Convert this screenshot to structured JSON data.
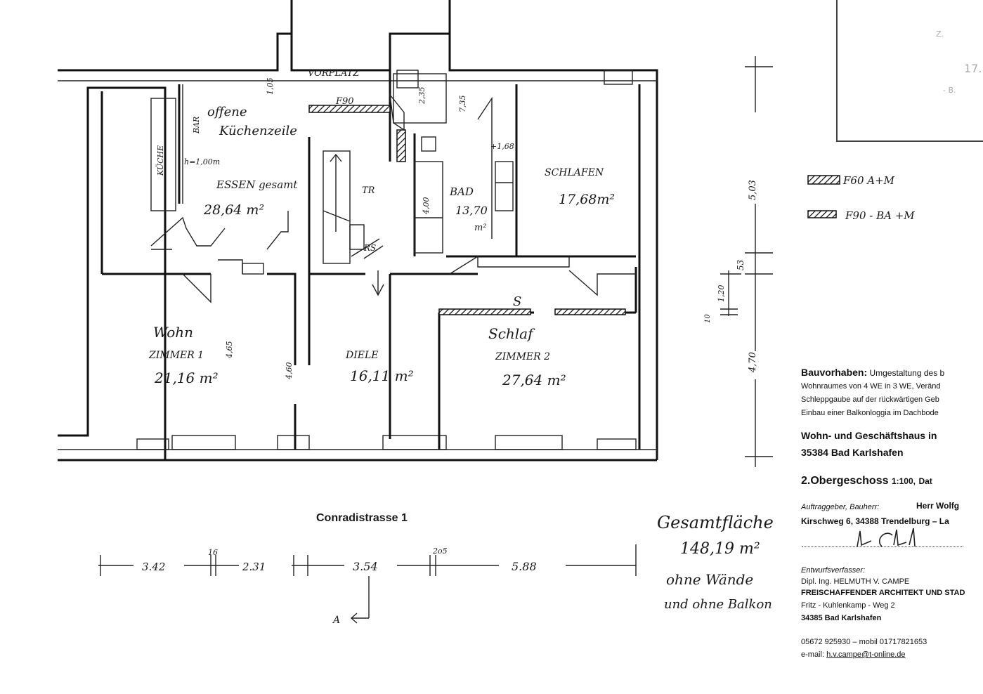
{
  "rooms": {
    "vorplatz": "VORPLATZ",
    "f90_label": "F90",
    "kitchen_note_1": "offene",
    "kitchen_note_2": "Küchenzeile",
    "kueche": "KÜCHE",
    "bar": "BAR",
    "bar_height": "h=1,00m",
    "essen": "ESSEN gesamt",
    "essen_area": "28,64 m²",
    "tr": "TR",
    "rs": "RS",
    "bad": "BAD",
    "bad_area_1": "13,70",
    "bad_area_2": "m²",
    "bad_width": "4,00",
    "schlafen": "SCHLAFEN",
    "schlafen_area": "17,68m²",
    "wohn_1": "Wohn",
    "wohn_2": "ZIMMER 1",
    "wohn_area": "21,16 m²",
    "diele": "DIELE",
    "diele_area": "16,11 m²",
    "schlaf_1": "Schlaf",
    "schlaf_2": "ZIMMER 2",
    "schlaf_area": "27,64 m²",
    "dim_105": "1,05",
    "dim_235": "2,35",
    "dim_735": "7,35",
    "dim_168": "+1,68",
    "dim_465": "4,65",
    "dim_460": "4,60",
    "door_s": "S"
  },
  "legend": {
    "f60": "F60 A+M",
    "f90": "F90 - BA +M"
  },
  "vertical_dims": {
    "d503": "5,03",
    "d53": "53",
    "d120": "1,20",
    "d10": "10",
    "d470": "4,70"
  },
  "street": "Conradistrasse 1",
  "bottom_dims": {
    "d342": "3.42",
    "d16": "16",
    "d231": "2.31",
    "d354": "3.54",
    "d205": "2o5",
    "d588": "5.88"
  },
  "section_marker": "A",
  "total_area": {
    "line1": "Gesamtfläche",
    "line2": "148,19 m²",
    "line3": "ohne Wände",
    "line4": "und ohne Balkon"
  },
  "stamp": {
    "s1": "Z.",
    "s2": "17.",
    "s3": "- B."
  },
  "titleblock": {
    "bauvorhaben_label": "Bauvorhaben:",
    "bauvorhaben_1": "Umgestaltung des b",
    "bauvorhaben_2": "Wohnraumes von 4 WE in 3 WE, Veränd",
    "bauvorhaben_3": "Schleppgaube auf der rückwärtigen Geb",
    "bauvorhaben_4": "Einbau einer Balkonloggia im Dachbode",
    "building_1": "Wohn- und Geschäftshaus in",
    "building_2": "35384 Bad Karlshafen",
    "floor": "2.Obergeschoss",
    "scale": "1:100,",
    "date_label": "Dat",
    "client_label": "Auftraggeber, Bauherr:",
    "client_name": "Herr Wolfg",
    "client_addr": "Kirschweg 6, 34388 Trendelburg – La",
    "designer_label": "Entwurfsverfasser:",
    "designer_1": "Dipl. Ing. HELMUTH V. CAMPE",
    "designer_2": "FREISCHAFFENDER ARCHITEKT UND STAD",
    "designer_3": "Fritz - Kuhlenkamp - Weg 2",
    "designer_4": "34385 Bad Karlshafen",
    "phone": "05672 925930  – mobil 01717821653",
    "email_label": "e-mail:",
    "email": "h.v.campe@t-online.de"
  }
}
